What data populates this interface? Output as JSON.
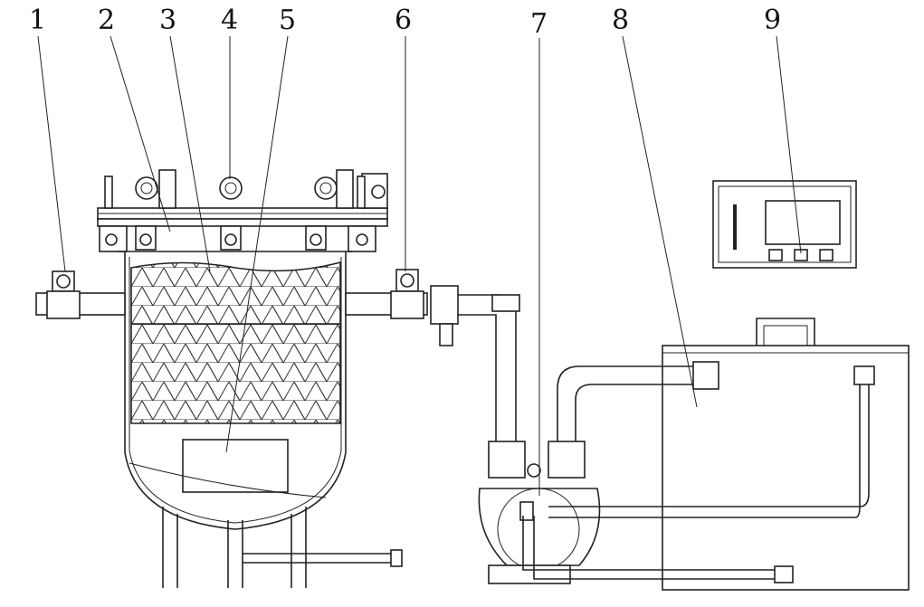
{
  "labels": [
    "1",
    "2",
    "3",
    "4",
    "5",
    "6",
    "7",
    "8",
    "9"
  ],
  "colors": {
    "line": "#222222",
    "background": "#ffffff"
  }
}
